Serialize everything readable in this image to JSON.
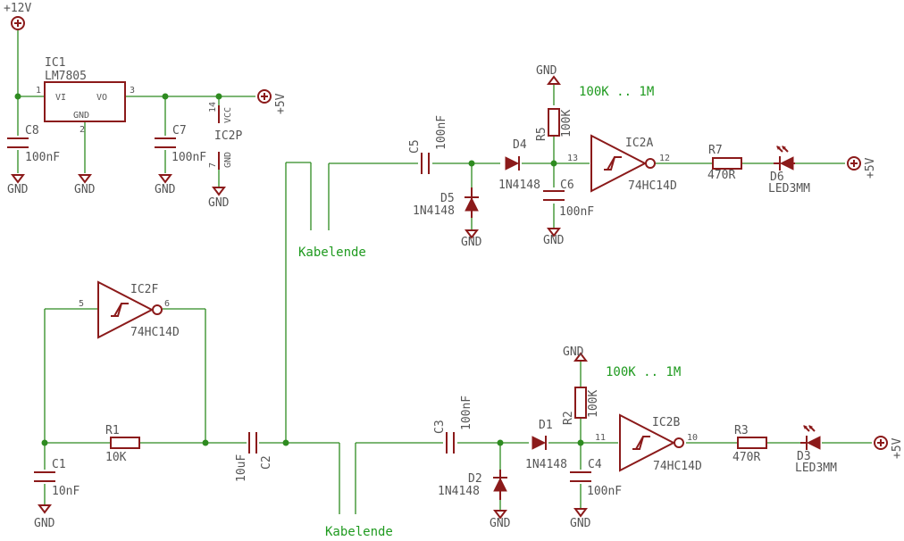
{
  "labels": {
    "p12v": "+12V",
    "ic1_name": "IC1",
    "ic1_value": "LM7805",
    "ic1_vi": "VI",
    "ic1_vo": "VO",
    "ic1_gnd": "GND",
    "pin1": "1",
    "pin2": "2",
    "pin3": "3",
    "pin14": "14",
    "pin7": "7",
    "vcc": "VCC",
    "gnd_pin": "GND",
    "ic2p": "IC2P",
    "p5v": "+5V",
    "c8": "C8",
    "c8_val": "100nF",
    "c7": "C7",
    "c7_val": "100nF",
    "gnd": "GND",
    "c5": "C5",
    "c5_val": "100nF",
    "d5": "D5",
    "d5_val": "1N4148",
    "d4": "D4",
    "d4_val": "1N4148",
    "r5": "R5",
    "r5_val": "100K",
    "c6": "C6",
    "c6_val": "100nF",
    "ic2a": "IC2A",
    "ic2a_val": "74HC14D",
    "pin13": "13",
    "pin12": "12",
    "r7": "R7",
    "r7_val": "470R",
    "d6": "D6",
    "d6_val": "LED3MM",
    "note_top": "100K .. 1M",
    "kabelende1": "Kabelende",
    "ic2f": "IC2F",
    "ic2f_val": "74HC14D",
    "pin5": "5",
    "pin6": "6",
    "r1": "R1",
    "r1_val": "10K",
    "c1": "C1",
    "c1_val": "10nF",
    "c2": "C2",
    "c2_val": "10uF",
    "kabelende2": "Kabelende",
    "c3": "C3",
    "c3_val": "100nF",
    "d2": "D2",
    "d2_val": "1N4148",
    "d1": "D1",
    "d1_val": "1N4148",
    "r2": "R2",
    "r2_val": "100K",
    "c4": "C4",
    "c4_val": "100nF",
    "ic2b": "IC2B",
    "ic2b_val": "74HC14D",
    "pin11": "11",
    "pin10": "10",
    "r3": "R3",
    "r3_val": "470R",
    "d3": "D3",
    "d3_val": "LED3MM",
    "note_bottom": "100K .. 1M"
  }
}
